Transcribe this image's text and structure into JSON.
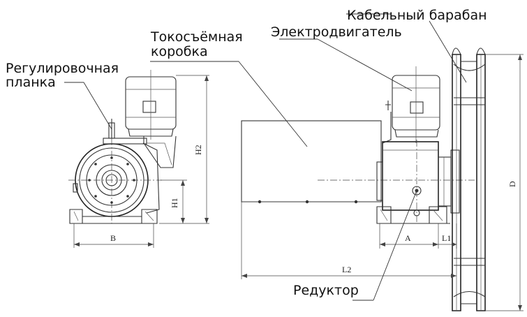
{
  "labels": {
    "cable_drum": "Кабельный барабан",
    "motor": "Электродвигатель",
    "slip_ring_box_line1": "Токосъёмная",
    "slip_ring_box_line2": "коробка",
    "adjusting_bar_line1": "Регулировочная",
    "adjusting_bar_line2": "планка",
    "reducer": "Редуктор"
  },
  "dimensions": {
    "h2": "H2",
    "h1": "H1",
    "b": "B",
    "a": "A",
    "l1": "L1",
    "l2": "L2",
    "d": "D"
  }
}
